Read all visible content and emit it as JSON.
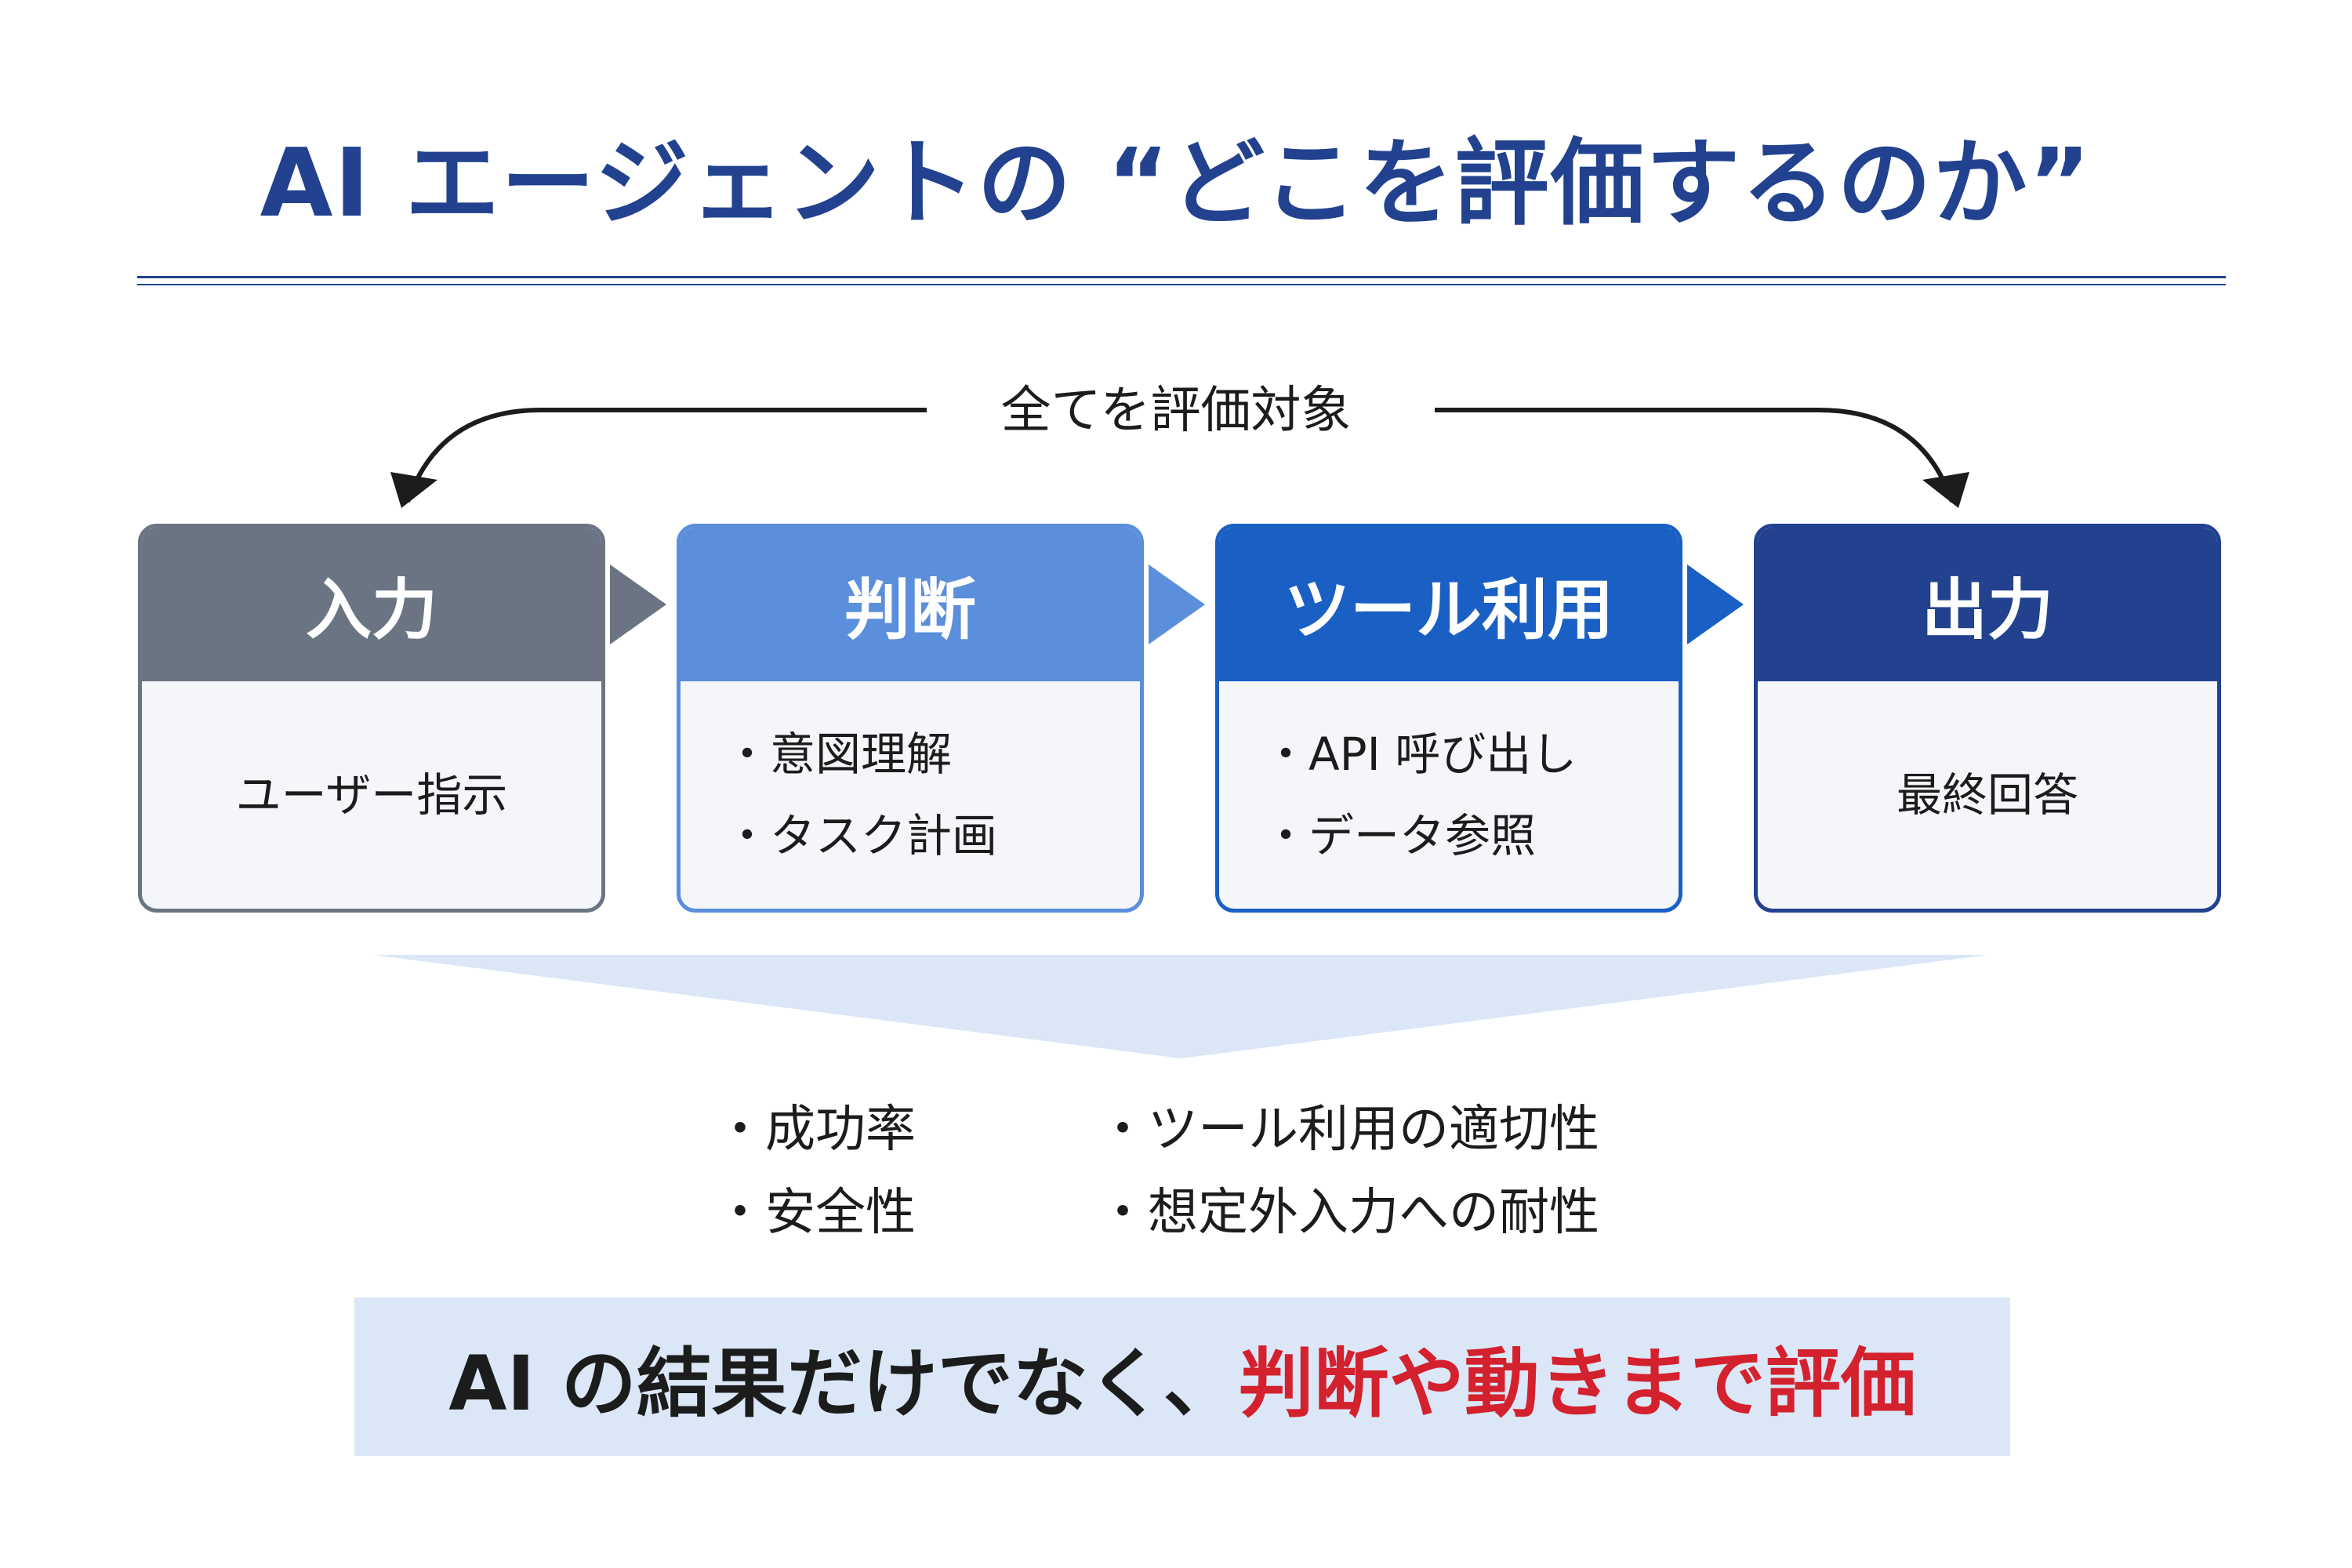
{
  "title": "AI エージェントの “どこを評価するのか”",
  "scope": {
    "label": "全てを評価対象"
  },
  "stages": [
    {
      "name": "入力",
      "items": [
        "ユーザー指示"
      ]
    },
    {
      "name": "判断",
      "items": [
        "・意図理解",
        "・タスク計画"
      ]
    },
    {
      "name": "ツール利用",
      "items": [
        "・API 呼び出し",
        "・データ参照"
      ]
    },
    {
      "name": "出力",
      "items": [
        "最終回答"
      ]
    }
  ],
  "criteria": {
    "left": [
      "・成功率",
      "・安全性"
    ],
    "right": [
      "・ツール利用の適切性",
      "・想定外入力への耐性"
    ]
  },
  "banner": {
    "plain": "AI の結果だけでなく、",
    "emphasis": "判断や動きまで評価"
  },
  "colors": {
    "title": "#22428f",
    "stage_input": "#6b7482",
    "stage_decision": "#5b8edb",
    "stage_tool": "#1a5fc4",
    "stage_output": "#22428f",
    "banner_bg": "#dbe7f7",
    "emphasis": "#d3212d"
  }
}
